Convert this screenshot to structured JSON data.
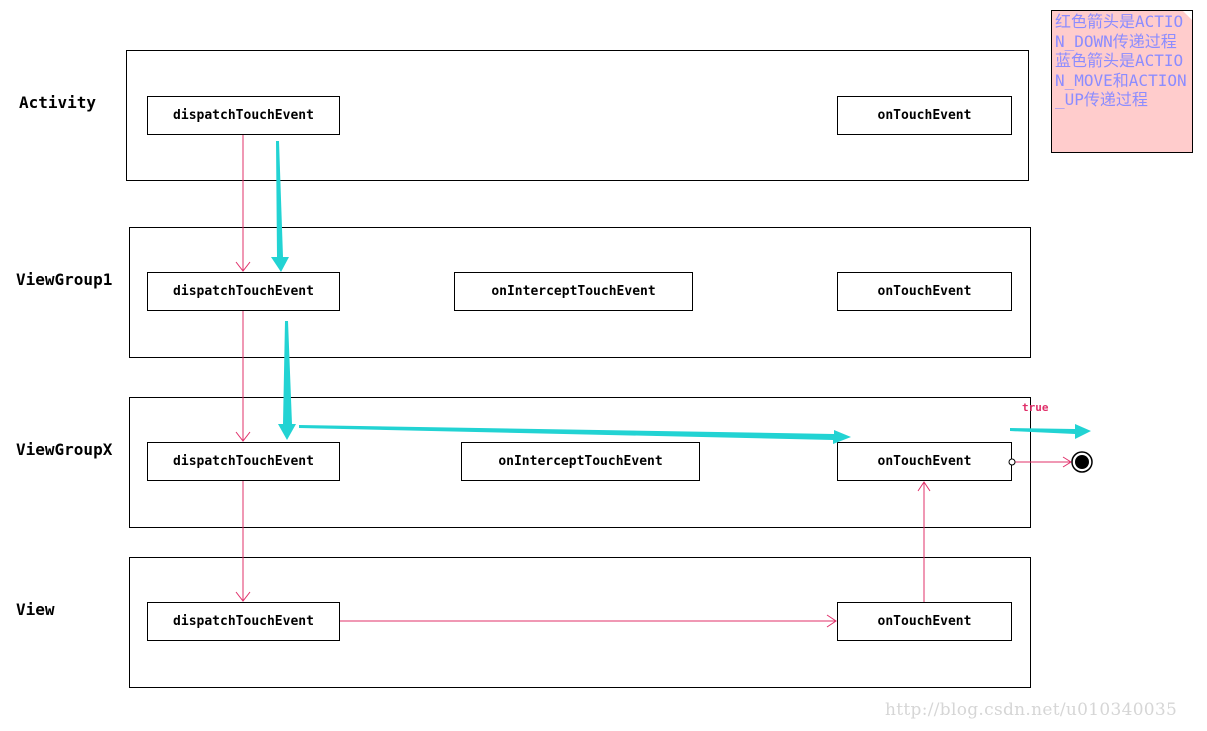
{
  "layers": {
    "activity": {
      "label": "Activity",
      "dispatch": "dispatchTouchEvent",
      "on_touch": "onTouchEvent"
    },
    "viewgroup1": {
      "label": "ViewGroup1",
      "dispatch": "dispatchTouchEvent",
      "intercept": "onInterceptTouchEvent",
      "on_touch": "onTouchEvent"
    },
    "viewgroupx": {
      "label": "ViewGroupX",
      "dispatch": "dispatchTouchEvent",
      "intercept": "onInterceptTouchEvent",
      "on_touch": "onTouchEvent"
    },
    "view": {
      "label": "View",
      "dispatch": "dispatchTouchEvent",
      "on_touch": "onTouchEvent"
    }
  },
  "note": {
    "text": "红色箭头是ACTION_DOWN传递过程\n蓝色箭头是ACTION_MOVE和ACTION_UP传递过程"
  },
  "true_label": "true",
  "watermark": "http://blog.csdn.net/u010340035",
  "colors": {
    "red_arrow": "#e0306a",
    "cyan_arrow": "#22d3d3",
    "note_bg": "#ffcccc",
    "note_text": "#8c8cff"
  }
}
